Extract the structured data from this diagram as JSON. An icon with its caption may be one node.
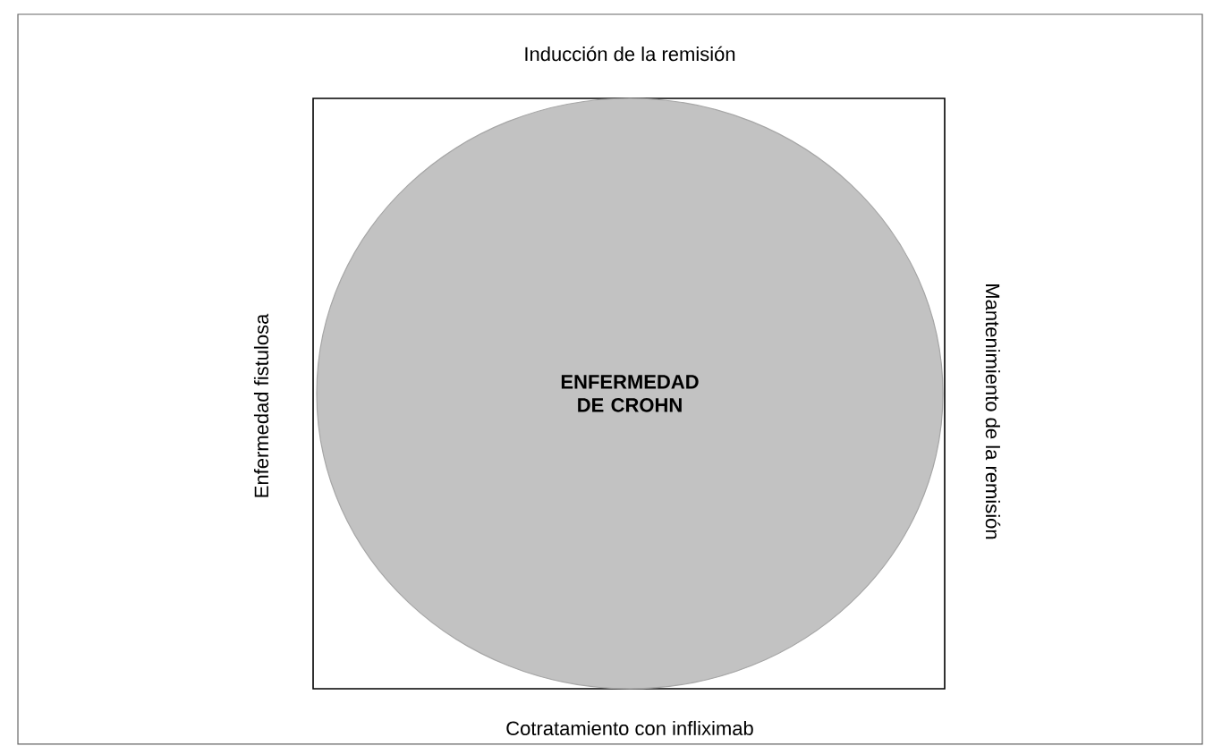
{
  "diagram": {
    "nodes": [
      {
        "text": [],
        "shape": "box"
      },
      {
        "text": [
          "ENFERMEDAD DE CROHN"
        ],
        "in": 0
      }
    ],
    "labels": [
      "Inducción de la remisión",
      "Enfermedad fistulosa",
      "Mantenimiento de la remisión",
      "Cotratamiento con infliximab"
    ]
  }
}
